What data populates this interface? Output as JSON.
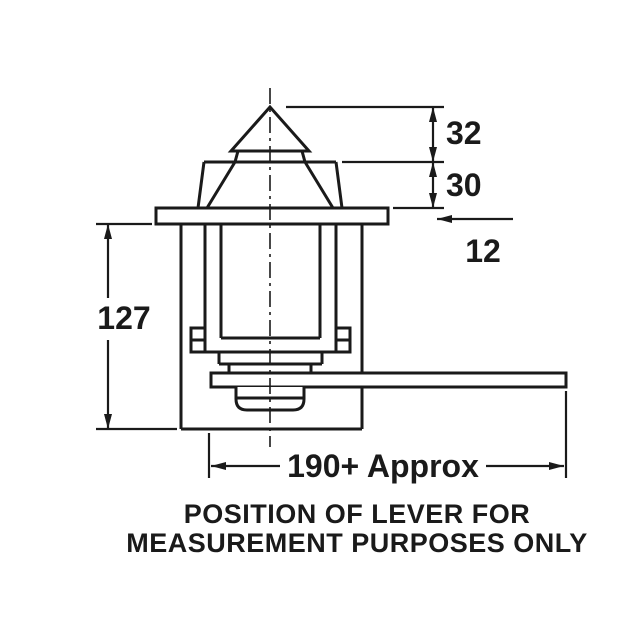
{
  "diagram": {
    "dimensions": {
      "cone_height": "32",
      "cap_height": "30",
      "flange_offset": "12",
      "body_depth": "127",
      "lever_span": "190+ Approx"
    },
    "caption": {
      "line1": "POSITION OF LEVER FOR",
      "line2": "MEASUREMENT PURPOSES ONLY"
    },
    "colors": {
      "line": "#1a1a1a",
      "background": "#ffffff"
    }
  }
}
